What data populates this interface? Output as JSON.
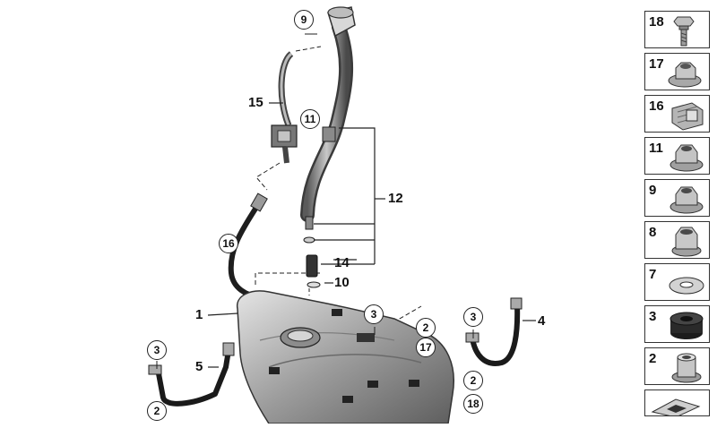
{
  "diagram": {
    "callouts": {
      "c9": "9",
      "c15": "15",
      "c11": "11",
      "c12": "12",
      "c16": "16",
      "c14": "14",
      "c10": "10",
      "c1": "1",
      "c3a": "3",
      "c2a": "2",
      "c17": "17",
      "c3b": "3",
      "c2b": "2",
      "c18": "18",
      "c4": "4",
      "c3c": "3",
      "c5": "5",
      "c2c": "2"
    }
  },
  "legend": {
    "items": [
      {
        "number": "18",
        "icon": "bolt-icon"
      },
      {
        "number": "17",
        "icon": "flange-nut-icon"
      },
      {
        "number": "16",
        "icon": "hose-clip-icon"
      },
      {
        "number": "11",
        "icon": "hex-nut-icon"
      },
      {
        "number": "9",
        "icon": "hex-nut-icon"
      },
      {
        "number": "8",
        "icon": "collar-nut-icon"
      },
      {
        "number": "7",
        "icon": "washer-icon"
      },
      {
        "number": "3",
        "icon": "grommet-icon"
      },
      {
        "number": "2",
        "icon": "spacer-sleeve-icon"
      }
    ]
  }
}
